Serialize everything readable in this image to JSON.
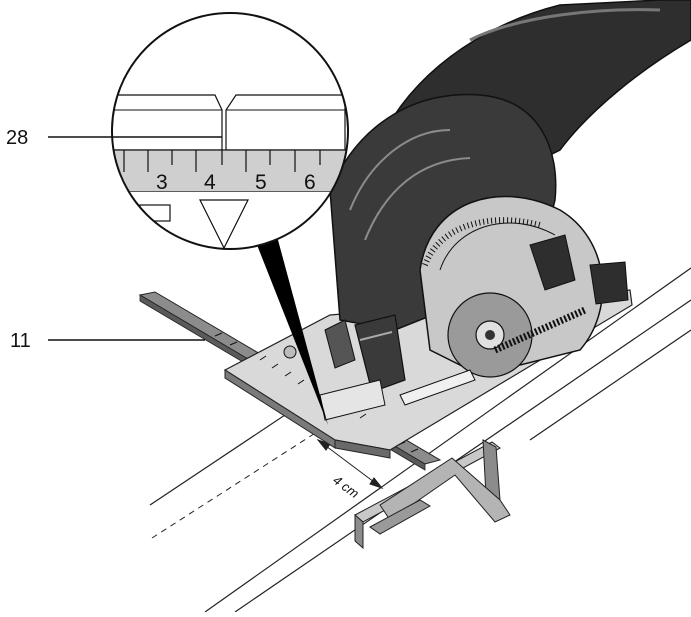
{
  "callouts": [
    {
      "id": "zoom-callout",
      "label": "28"
    },
    {
      "id": "guide-callout",
      "label": "11"
    }
  ],
  "magnifier": {
    "scale_numbers": [
      "3",
      "4",
      "5",
      "6"
    ]
  },
  "dimension": {
    "label": "4 cm"
  },
  "colors": {
    "ink": "#000000",
    "dark_grey": "#3a3a3a",
    "mid_grey": "#8c8c8c",
    "light_grey": "#c8c8c8",
    "paper": "#ffffff"
  }
}
